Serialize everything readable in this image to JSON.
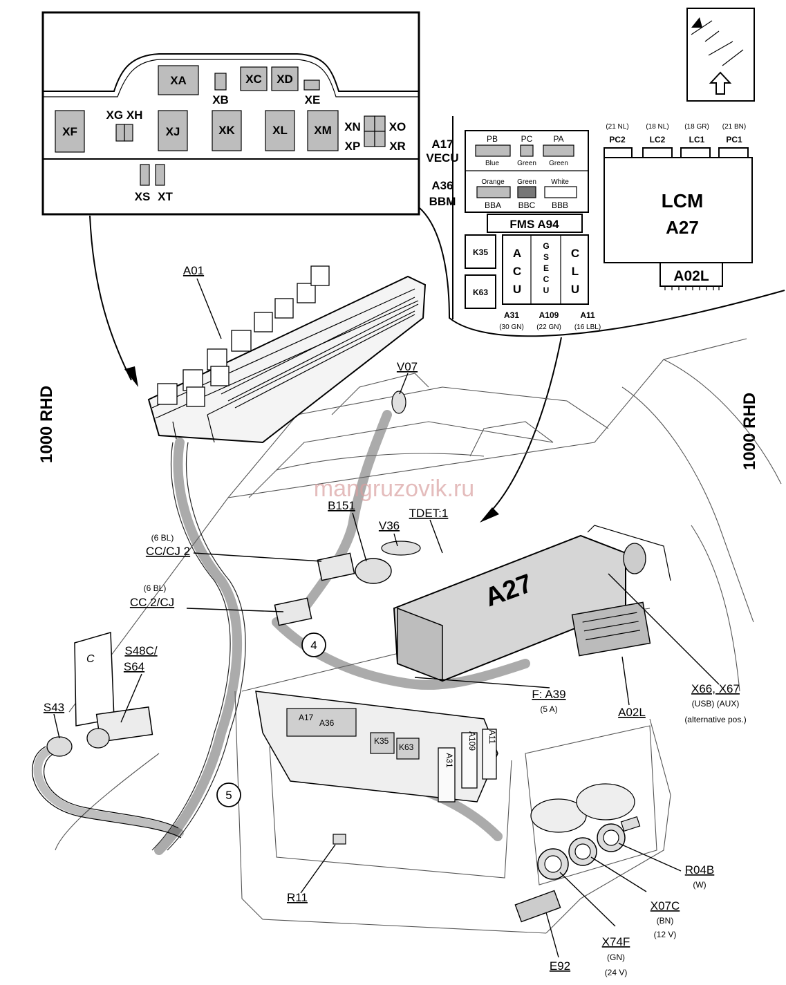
{
  "connector_inset": {
    "top_row": [
      "XA",
      "XB",
      "XC",
      "XD",
      "XE"
    ],
    "middle_row": [
      "XF",
      "XG XH",
      "XJ",
      "XK",
      "XL",
      "XM",
      "XN",
      "XO",
      "XP",
      "XR"
    ],
    "bottom_row": [
      "XS",
      "XT"
    ]
  },
  "orientation_label_left": "1000 RHD",
  "orientation_label_right": "1000 RHD",
  "ecu_inset": {
    "a17": {
      "name": "A17",
      "sub": "VECU",
      "pins": [
        {
          "id": "PB",
          "color": "Blue"
        },
        {
          "id": "PC",
          "color": "Green"
        },
        {
          "id": "PA",
          "color": "Green"
        }
      ]
    },
    "a36": {
      "name": "A36",
      "sub": "BBM",
      "pins": [
        {
          "id": "BBA",
          "color": "Orange"
        },
        {
          "id": "BBC",
          "color": "Green"
        },
        {
          "id": "BBB",
          "color": "White"
        }
      ]
    },
    "fms": "FMS A94",
    "relays": [
      "K35",
      "K63"
    ],
    "modules": [
      {
        "letters": "ACU",
        "id": "A31",
        "pins": "(30 GN)"
      },
      {
        "letters": "GSECU",
        "id": "A109",
        "pins": "(22 GN)"
      },
      {
        "letters": "CLU",
        "id": "A11",
        "pins": "(16 LBL)"
      }
    ],
    "lcm": {
      "title": "LCM",
      "id": "A27",
      "connector": "A02L",
      "ports": [
        {
          "id": "PC2",
          "pins": "(21 NL)"
        },
        {
          "id": "LC2",
          "pins": "(18 NL)"
        },
        {
          "id": "LC1",
          "pins": "(18 GR)"
        },
        {
          "id": "PC1",
          "pins": "(21 BN)"
        }
      ]
    }
  },
  "callouts": {
    "a01": "A01",
    "v07": "V07",
    "b151": "B151",
    "v36": "V36",
    "tdet": "TDET:1",
    "cccj2_pins": "(6 BL)",
    "cccj2": "CC/CJ 2",
    "cc2cj_pins": "(6 BL)",
    "cc2cj": "CC 2/CJ",
    "s48c": "S48C/",
    "s64": "S64",
    "s43": "S43",
    "circle4": "4",
    "circle5": "5",
    "fuse": "F: A39",
    "fuse_rating": "(5 A)",
    "a02l": "A02L",
    "x66": "X66, X67",
    "x66_sub": "(USB)  (AUX)",
    "x66_alt": "(alternative pos.)",
    "r04b": "R04B",
    "r04b_sub": "(W)",
    "x07c": "X07C",
    "x07c_sub1": "(BN)",
    "x07c_sub2": "(12 V)",
    "x74f": "X74F",
    "x74f_sub1": "(GN)",
    "x74f_sub2": "(24 V)",
    "e92": "E92",
    "r11": "R11",
    "a27_body": "A27",
    "tray_a17": "A17",
    "tray_a36": "A36",
    "tray_k35": "K35",
    "tray_k63": "K63",
    "tray_a31": "A31",
    "tray_a109": "A109",
    "tray_a11": "A11"
  },
  "watermark": "mangruzovik.ru"
}
